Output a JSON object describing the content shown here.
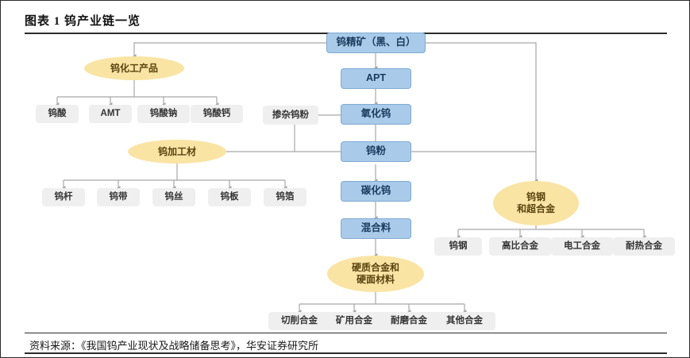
{
  "title": "图表 1 钨产业链一览",
  "footer": "资料来源：《我国钨产业现状及战略储备思考》，华安证券研究所",
  "colors": {
    "blue_fill": "#a9cbe9",
    "blue_border": "#7fa9d3",
    "blue_text": "#1b3a5c",
    "gray_fill": "#efeff0",
    "gray_text": "#333333",
    "yellow_fill": "#fae4a4",
    "yellow_text": "#5a4410",
    "connector": "#a6a6a6",
    "frame": "#2b2b2b"
  },
  "nodes": {
    "ore": "钨精矿（黑、白）",
    "apt": "APT",
    "tungsten_oxide": "氧化钨",
    "doped_powder": "掺杂钨粉",
    "tungsten_powder": "钨粉",
    "tungsten_carbide": "碳化钨",
    "mixture": "混合料",
    "chem_products": "钨化工产品",
    "processed_material": "钨加工材",
    "steel_superalloy_l1": "钨钢",
    "steel_superalloy_l2": "和超合金",
    "cemented_carbide_l1": "硬质合金和",
    "cemented_carbide_l2": "硬面材料"
  },
  "chem_children": [
    "钨酸",
    "AMT",
    "钨酸钠",
    "钨酸钙"
  ],
  "processed_children": [
    "钨杆",
    "钨带",
    "钨丝",
    "钨板",
    "钨箔"
  ],
  "alloy_children": [
    "钨钢",
    "高比合金",
    "电工合金",
    "耐热合金"
  ],
  "carbide_children": [
    "切削合金",
    "矿用合金",
    "耐磨合金",
    "其他合金"
  ]
}
